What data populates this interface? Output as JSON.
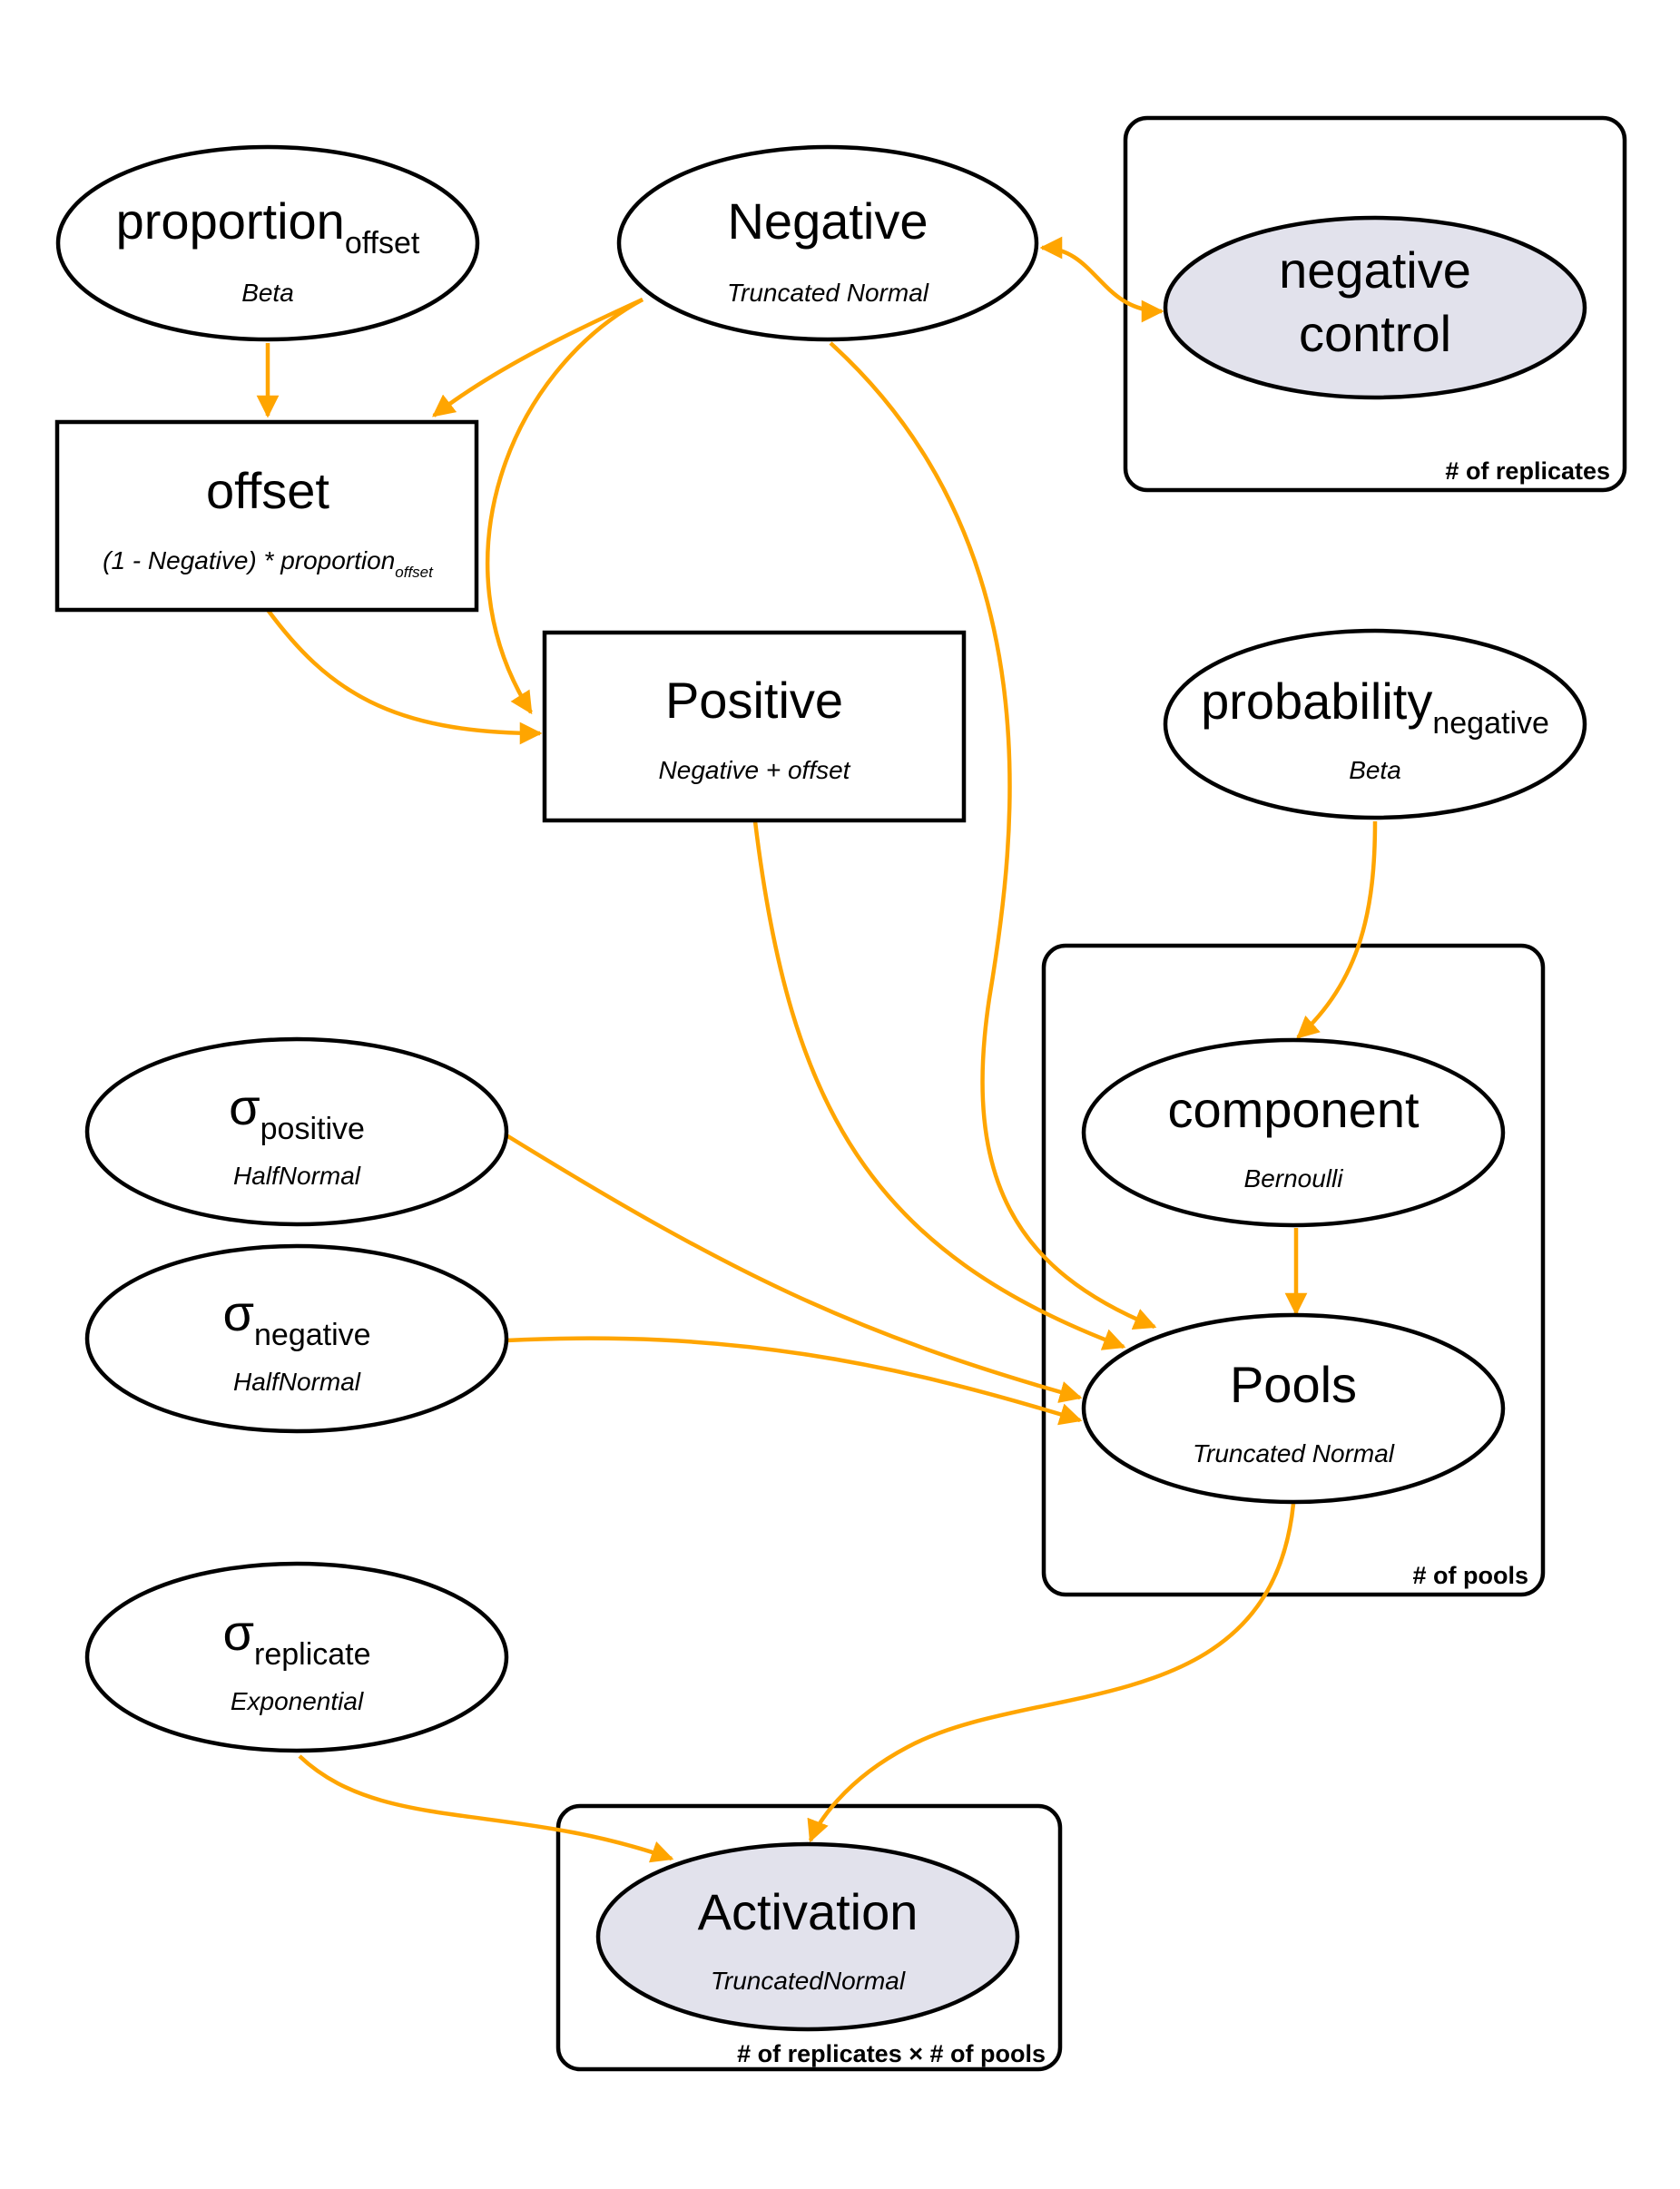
{
  "colors": {
    "edge": "#ffa500",
    "observed_fill": "#e2e2ec",
    "outline": "#000000",
    "background": "#ffffff"
  },
  "plates": {
    "replicates": {
      "label": "# of replicates"
    },
    "pools": {
      "label": "# of pools"
    },
    "replicates_pools": {
      "label": "# of replicates × # of pools"
    }
  },
  "nodes": {
    "proportion_offset": {
      "title": "proportion",
      "subscript": "offset",
      "distribution": "Beta"
    },
    "negative": {
      "title": "Negative",
      "distribution": "Truncated Normal"
    },
    "negative_control": {
      "title_line1": "negative",
      "title_line2": "control"
    },
    "offset": {
      "title": "offset",
      "formula_main": "(1 - Negative) * proportion",
      "formula_subscript": "offset"
    },
    "positive": {
      "title": "Positive",
      "formula": "Negative + offset"
    },
    "probability_negative": {
      "title": "probability",
      "subscript": "negative",
      "distribution": "Beta"
    },
    "component": {
      "title": "component",
      "distribution": "Bernoulli"
    },
    "sigma_positive": {
      "title": "σ",
      "subscript": "positive",
      "distribution": "HalfNormal"
    },
    "sigma_negative": {
      "title": "σ",
      "subscript": "negative",
      "distribution": "HalfNormal"
    },
    "pools": {
      "title": "Pools",
      "distribution": "Truncated Normal"
    },
    "sigma_replicate": {
      "title": "σ",
      "subscript": "replicate",
      "distribution": "Exponential"
    },
    "activation": {
      "title": "Activation",
      "distribution": "TruncatedNormal"
    }
  }
}
